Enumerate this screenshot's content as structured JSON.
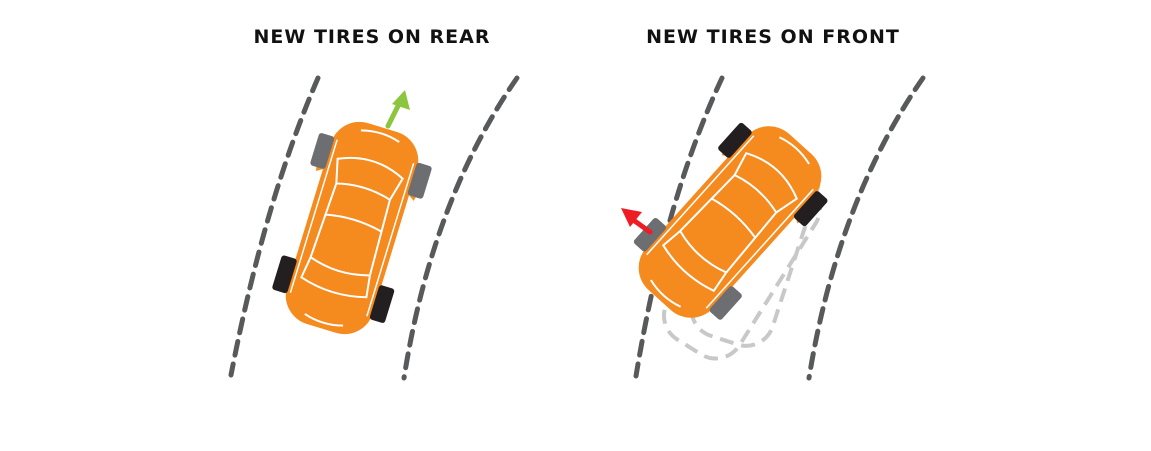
{
  "panels": [
    {
      "title": "NEW TIRES ON REAR",
      "new_tire_position": "rear",
      "outcome": "car stays on curved road",
      "arrow_color": "#8cc63f"
    },
    {
      "title": "NEW TIRES ON FRONT",
      "new_tire_position": "front",
      "outcome": "rear slides out of curve",
      "arrow_color": "#ee1c25"
    }
  ],
  "colors": {
    "car_body": "#f58a1f",
    "new_tire": "#231f20",
    "worn_tire": "#6d6e71",
    "lane_line": "#58595b",
    "ghost_outline": "#c8c8c8"
  }
}
